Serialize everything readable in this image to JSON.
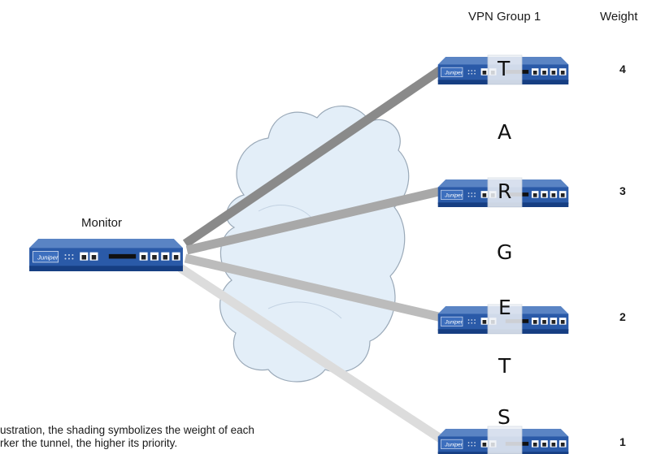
{
  "header": {
    "group_label": "VPN Group 1",
    "weight_label": "Weight"
  },
  "monitor": {
    "label": "Monitor",
    "brand": "Juniper"
  },
  "targets": [
    {
      "weight": "4",
      "letter": "T"
    },
    {
      "weight": "3",
      "letter": "R"
    },
    {
      "weight": "2",
      "letter": "E"
    },
    {
      "weight": "1",
      "letter": "S"
    }
  ],
  "between_letters": [
    "A",
    "G",
    "T"
  ],
  "caption": {
    "line1": "ustration, the shading symbolizes the weight of each",
    "line2": "rker the tunnel, the higher its priority."
  },
  "colors": {
    "device_blue": "#2a5aa8",
    "device_dark": "#163e82",
    "cloud_fill": "#e3eef8",
    "cloud_stroke": "#9aa9b8",
    "tunnel_weights": [
      "#8a8a8a",
      "#a8a8a8",
      "#bcbcbc",
      "#dcdcdc"
    ]
  }
}
